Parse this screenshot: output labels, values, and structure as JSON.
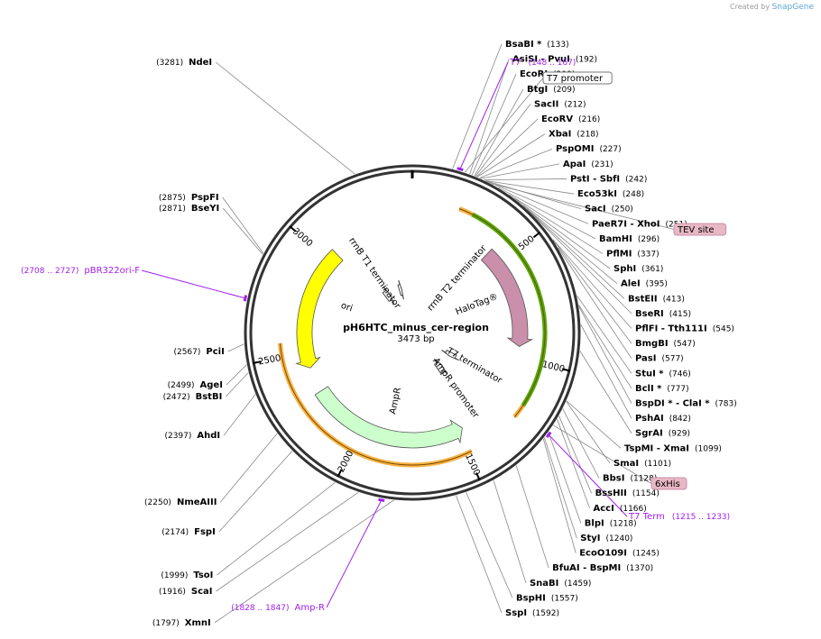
{
  "plasmid": {
    "name": "pH6HTC_minus_cer-region",
    "length_label": "3473 bp",
    "length": 3473
  },
  "credit": {
    "prefix": "Created by",
    "brand": "SnapGene"
  },
  "colors": {
    "backbone": "#333333",
    "enzyme_line": "#888888",
    "primer": "#a020f0",
    "ori": "#ffff00",
    "ampr": "#ccffcc",
    "halotag": "#c98fab",
    "orf": "#f5a623",
    "green_orf": "#33aa00",
    "promoter_arrow": "#ffffff",
    "box_fill": "#e8b8c4"
  },
  "ticks": [
    {
      "label": "500",
      "pos": 500
    },
    {
      "label": "1000",
      "pos": 1000
    },
    {
      "label": "1500",
      "pos": 1500
    },
    {
      "label": "2000",
      "pos": 2000
    },
    {
      "label": "2500",
      "pos": 2500
    },
    {
      "label": "3000",
      "pos": 3000
    }
  ],
  "features": [
    {
      "name": "ori",
      "start": 2420,
      "end": 3050,
      "strand": -1,
      "color": "#ffff00",
      "type": "arrow"
    },
    {
      "name": "AmpR",
      "start": 1470,
      "end": 2290,
      "strand": -1,
      "color": "#ccffcc",
      "type": "arrow"
    },
    {
      "name": "HaloTag®",
      "start": 420,
      "end": 940,
      "strand": 1,
      "color": "#c98fab",
      "type": "arrow"
    },
    {
      "name": "rrnB T1 terminator",
      "start": 3120,
      "end": 3180,
      "strand": 1,
      "color": "#ffffff",
      "type": "small"
    },
    {
      "name": "rrnB T2 terminator",
      "start": 3310,
      "end": 3340,
      "strand": 1,
      "color": "#ffffff",
      "type": "small"
    },
    {
      "name": "T7 terminator",
      "start": 1130,
      "end": 1180,
      "strand": 1,
      "color": "#ffffff",
      "type": "small"
    },
    {
      "name": "AmpR promoter",
      "start": 1330,
      "end": 1400,
      "strand": -1,
      "color": "#ffffff",
      "type": "small"
    }
  ],
  "feature_labels": [
    {
      "text": "ori",
      "pos": 2790
    },
    {
      "text": "rrnB T1 terminator",
      "pos": 3140
    },
    {
      "text": "rrnB T2 terminator",
      "pos": 400
    },
    {
      "text": "HaloTag®",
      "pos": 660
    },
    {
      "text": "T7 terminator",
      "pos": 1160
    },
    {
      "text": "AmpR promoter",
      "pos": 1390
    },
    {
      "text": "AmpR",
      "pos": 1850
    }
  ],
  "orfs": [
    {
      "start": 200,
      "end": 1250,
      "color": "#f5a623"
    },
    {
      "start": 1480,
      "end": 2560,
      "color": "#f5a623"
    },
    {
      "start": 260,
      "end": 1190,
      "color": "#33aa00"
    }
  ],
  "enzymes_right": [
    {
      "name": "BsaBI *",
      "pos": "(133)",
      "site": 133
    },
    {
      "name": "AsiSI  - PvuI",
      "pos": "(192)",
      "site": 192
    },
    {
      "name": "EcoRI",
      "pos": "(200)",
      "site": 200
    },
    {
      "name": "BtgI",
      "pos": "(209)",
      "site": 209
    },
    {
      "name": "SacII",
      "pos": "(212)",
      "site": 212
    },
    {
      "name": "EcoRV",
      "pos": "(216)",
      "site": 216
    },
    {
      "name": "XbaI",
      "pos": "(218)",
      "site": 218
    },
    {
      "name": "PspOMI",
      "pos": "(227)",
      "site": 227
    },
    {
      "name": "ApaI",
      "pos": "(231)",
      "site": 231
    },
    {
      "name": "PstI  - SbfI",
      "pos": "(242)",
      "site": 242
    },
    {
      "name": "Eco53kI",
      "pos": "(248)",
      "site": 248
    },
    {
      "name": "SacI",
      "pos": "(250)",
      "site": 250
    },
    {
      "name": "PaeR7I  - XhoI",
      "pos": "(251)",
      "site": 251
    },
    {
      "name": "BamHI",
      "pos": "(296)",
      "site": 296
    },
    {
      "name": "PflMI",
      "pos": "(337)",
      "site": 337
    },
    {
      "name": "SphI",
      "pos": "(361)",
      "site": 361
    },
    {
      "name": "AleI",
      "pos": "(395)",
      "site": 395
    },
    {
      "name": "BstEII",
      "pos": "(413)",
      "site": 413
    },
    {
      "name": "BseRI",
      "pos": "(415)",
      "site": 415
    },
    {
      "name": "PflFI  - Tth111I",
      "pos": "(545)",
      "site": 545
    },
    {
      "name": "BmgBI",
      "pos": "(547)",
      "site": 547
    },
    {
      "name": "PasI",
      "pos": "(577)",
      "site": 577
    },
    {
      "name": "StuI *",
      "pos": "(746)",
      "site": 746
    },
    {
      "name": "BclI *",
      "pos": "(777)",
      "site": 777
    },
    {
      "name": "BspDI *  - ClaI *",
      "pos": "(783)",
      "site": 783
    },
    {
      "name": "PshAI",
      "pos": "(842)",
      "site": 842
    },
    {
      "name": "SgrAI",
      "pos": "(929)",
      "site": 929
    },
    {
      "name": "TspMI  - XmaI",
      "pos": "(1099)",
      "site": 1099
    },
    {
      "name": "SmaI",
      "pos": "(1101)",
      "site": 1101
    },
    {
      "name": "BbsI",
      "pos": "(1128)",
      "site": 1128
    },
    {
      "name": "BssHII",
      "pos": "(1154)",
      "site": 1154
    },
    {
      "name": "AccI",
      "pos": "(1166)",
      "site": 1166
    },
    {
      "name": "BlpI",
      "pos": "(1218)",
      "site": 1218
    },
    {
      "name": "StyI",
      "pos": "(1240)",
      "site": 1240
    },
    {
      "name": "EcoO109I",
      "pos": "(1245)",
      "site": 1245
    },
    {
      "name": "BfuAI  - BspMI",
      "pos": "(1370)",
      "site": 1370
    },
    {
      "name": "SnaBI",
      "pos": "(1459)",
      "site": 1459
    },
    {
      "name": "BspHI",
      "pos": "(1557)",
      "site": 1557
    },
    {
      "name": "SspI",
      "pos": "(1592)",
      "site": 1592
    }
  ],
  "enzymes_left": [
    {
      "name": "NdeI",
      "pos": "(3281)",
      "site": 3281
    },
    {
      "name": "PspFI",
      "pos": "(2875)",
      "site": 2875
    },
    {
      "name": "BseYI",
      "pos": "(2871)",
      "site": 2871
    },
    {
      "name": "PciI",
      "pos": "(2567)",
      "site": 2567
    },
    {
      "name": "AgeI",
      "pos": "(2499)",
      "site": 2499
    },
    {
      "name": "BstBI",
      "pos": "(2472)",
      "site": 2472
    },
    {
      "name": "AhdI",
      "pos": "(2397)",
      "site": 2397
    },
    {
      "name": "NmeAIII",
      "pos": "(2250)",
      "site": 2250
    },
    {
      "name": "FspI",
      "pos": "(2174)",
      "site": 2174
    },
    {
      "name": "TsoI",
      "pos": "(1999)",
      "site": 1999
    },
    {
      "name": "ScaI",
      "pos": "(1916)",
      "site": 1916
    },
    {
      "name": "XmnI",
      "pos": "(1797)",
      "site": 1797
    }
  ],
  "primers": [
    {
      "name": "T7",
      "range": "(148 .. 167)",
      "site": 157
    },
    {
      "name": "pBR322ori-F",
      "range": "(2708 .. 2727)",
      "site": 2717
    },
    {
      "name": "T7 Term",
      "range": "(1215 .. 1233)",
      "site": 1224
    },
    {
      "name": "Amp-R",
      "range": "(1828 .. 1847)",
      "site": 1837
    }
  ],
  "boxed_labels": [
    {
      "text": "T7 promoter",
      "style": "outline",
      "site": 175
    },
    {
      "text": "TEV site",
      "style": "pink",
      "site": 270
    },
    {
      "text": "6xHis",
      "style": "pink",
      "site": 1190
    }
  ]
}
